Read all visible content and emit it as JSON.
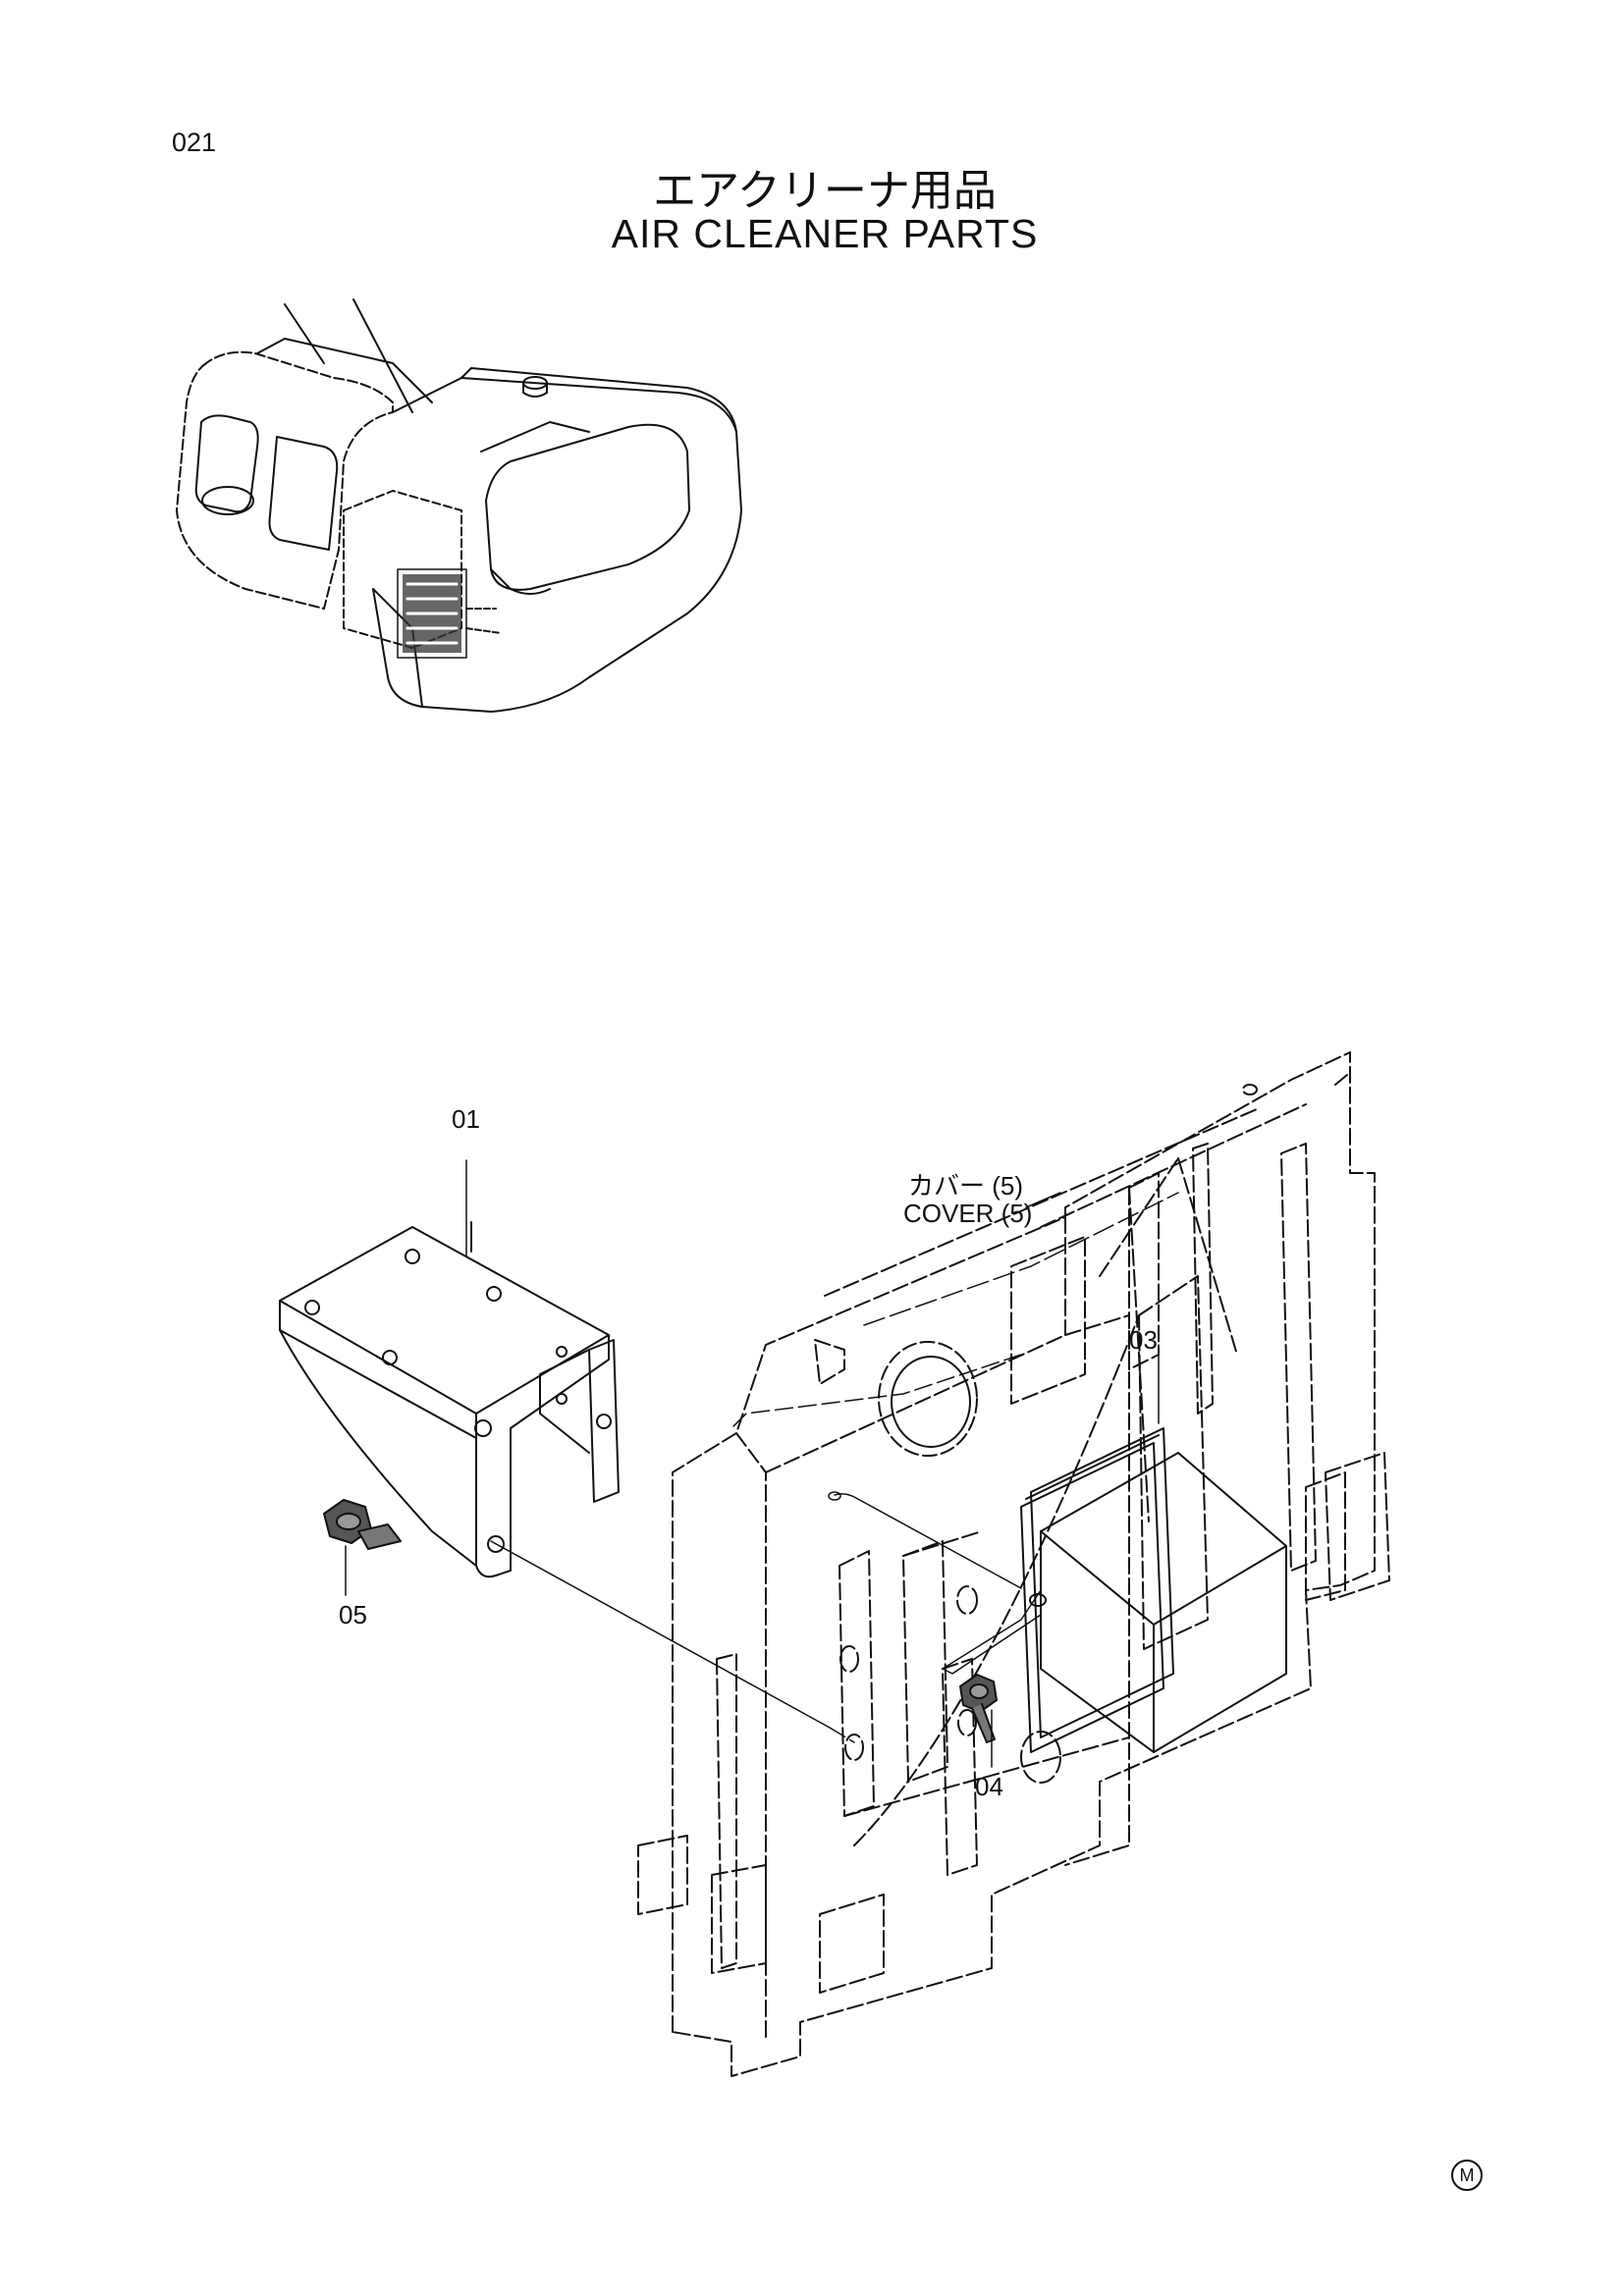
{
  "header": {
    "page_number": "021",
    "title_jp": "エアクリーナ用品",
    "title_en": "AIR CLEANER PARTS"
  },
  "callouts": {
    "part_01": "01",
    "part_03": "03",
    "part_04": "04",
    "part_05": "05",
    "cover_jp": "カバー (5)",
    "cover_en": "COVER (5)"
  },
  "footer": {
    "mark": "M"
  }
}
